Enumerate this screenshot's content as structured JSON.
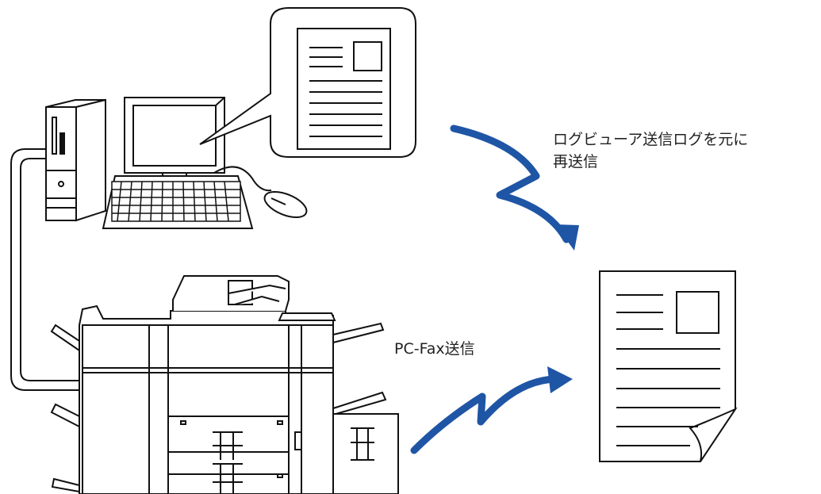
{
  "labels": {
    "resend_line1": "ログビューア送信ログを元に",
    "resend_line2": "再送信",
    "pcfax": "PC-Fax送信"
  },
  "colors": {
    "arrow": "#1f55a5",
    "stroke": "#111111",
    "fill": "#ffffff"
  }
}
